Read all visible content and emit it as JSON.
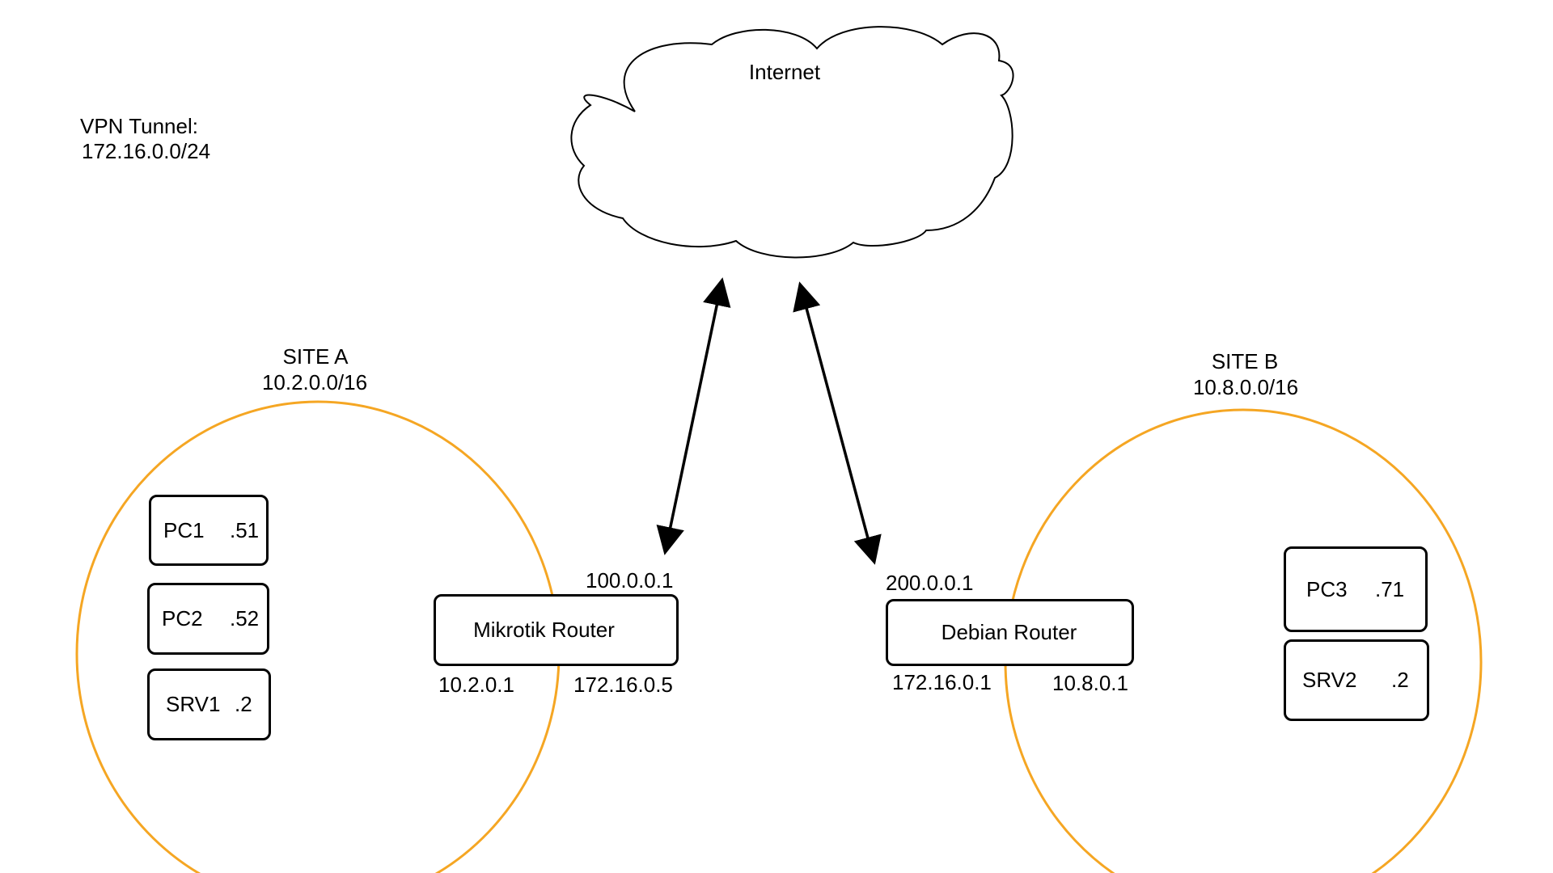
{
  "tunnel": {
    "title": "VPN Tunnel:",
    "subnet": "172.16.0.0/24"
  },
  "internet": {
    "label": "Internet"
  },
  "site_a": {
    "name": "SITE A",
    "subnet": "10.2.0.0/16",
    "hosts": [
      {
        "name": "PC1",
        "ip": ".51"
      },
      {
        "name": "PC2",
        "ip": ".52"
      },
      {
        "name": "SRV1",
        "ip": ".2"
      }
    ],
    "router": {
      "name": "Mikrotik Router",
      "wan_ip": "100.0.0.1",
      "lan_ip": "10.2.0.1",
      "tunnel_ip": "172.16.0.5"
    }
  },
  "site_b": {
    "name": "SITE B",
    "subnet": "10.8.0.0/16",
    "hosts": [
      {
        "name": "PC3",
        "ip": ".71"
      },
      {
        "name": "SRV2",
        "ip": ".2"
      }
    ],
    "router": {
      "name": "Debian Router",
      "wan_ip": "200.0.0.1",
      "tunnel_ip": "172.16.0.1",
      "lan_ip": "10.8.0.1"
    }
  },
  "colors": {
    "site_ring": "#f5a623",
    "stroke": "#000000"
  }
}
